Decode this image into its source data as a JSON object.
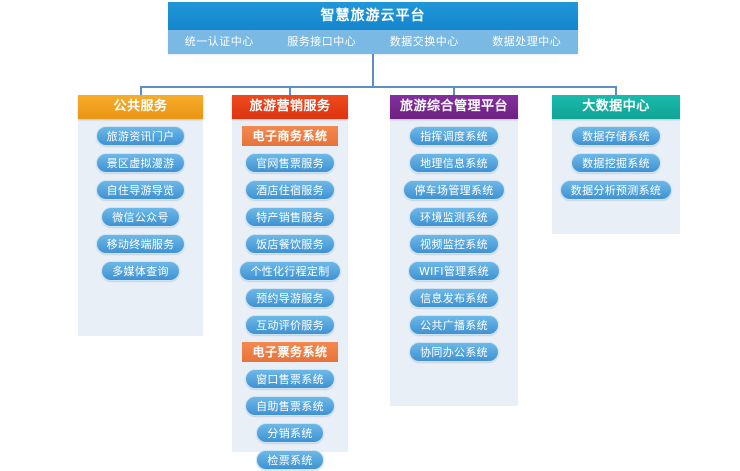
{
  "platform": {
    "title": "智慧旅游云平台",
    "subitems": [
      "统一认证中心",
      "服务接口中心",
      "数据交换中心",
      "数据处理中心"
    ],
    "title_color": "#1b8fd4",
    "sub_color": "#79b9e4"
  },
  "columns": [
    {
      "head": "公共服务",
      "head_color": "#f0a01e",
      "items": [
        {
          "type": "pill",
          "label": "旅游资讯门户"
        },
        {
          "type": "pill",
          "label": "景区虚拟漫游"
        },
        {
          "type": "pill",
          "label": "自住导游导览"
        },
        {
          "type": "pill",
          "label": "微信公众号"
        },
        {
          "type": "pill",
          "label": "移动终端服务"
        },
        {
          "type": "pill",
          "label": "多媒体查询"
        }
      ]
    },
    {
      "head": "旅游营销服务",
      "head_color": "#e8401f",
      "items": [
        {
          "type": "subhead",
          "label": "电子商务系统"
        },
        {
          "type": "pill",
          "label": "官网售票服务"
        },
        {
          "type": "pill",
          "label": "酒店住宿服务"
        },
        {
          "type": "pill",
          "label": "特产销售服务"
        },
        {
          "type": "pill",
          "label": "饭店餐饮服务"
        },
        {
          "type": "pill",
          "label": "个性化行程定制"
        },
        {
          "type": "pill",
          "label": "预约导游服务"
        },
        {
          "type": "pill",
          "label": "互动评价服务"
        },
        {
          "type": "subhead",
          "label": "电子票务系统"
        },
        {
          "type": "pill",
          "label": "窗口售票系统"
        },
        {
          "type": "pill",
          "label": "自助售票系统"
        },
        {
          "type": "pill",
          "label": "分销系统"
        },
        {
          "type": "pill",
          "label": "检票系统"
        }
      ]
    },
    {
      "head": "旅游综合管理平台",
      "head_color": "#7b2d90",
      "items": [
        {
          "type": "pill",
          "label": "指挥调度系统"
        },
        {
          "type": "pill",
          "label": "地理信息系统"
        },
        {
          "type": "pill",
          "label": "停车场管理系统"
        },
        {
          "type": "pill",
          "label": "环境监测系统"
        },
        {
          "type": "pill",
          "label": "视频监控系统"
        },
        {
          "type": "pill",
          "label": "WIFI管理系统"
        },
        {
          "type": "pill",
          "label": "信息发布系统"
        },
        {
          "type": "pill",
          "label": "公共广播系统"
        },
        {
          "type": "pill",
          "label": "协同办公系统"
        }
      ]
    },
    {
      "head": "大数据中心",
      "head_color": "#17b0a0",
      "items": [
        {
          "type": "pill",
          "label": "数据存储系统"
        },
        {
          "type": "pill",
          "label": "数据挖掘系统"
        },
        {
          "type": "pill",
          "label": "数据分析预测系统"
        }
      ]
    }
  ],
  "connector_color": "#5b8fc9",
  "panel_background": "#e9eff6"
}
